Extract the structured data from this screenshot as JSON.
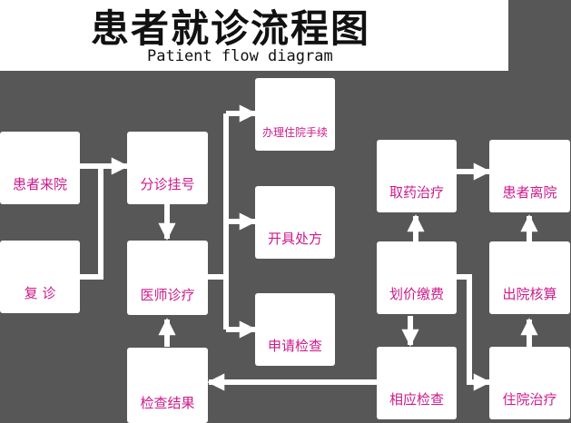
{
  "diagram": {
    "title": "患者就诊流程图",
    "subtitle": "Patient flow diagram",
    "nodes": {
      "patient_arrival": "患者来院",
      "follow_up": "复  诊",
      "triage_registration": "分诊挂号",
      "doctor_consultation": "医师诊疗",
      "test_results": "检查结果",
      "admission_procedures": "办理住院手续",
      "prescription": "开具处方",
      "exam_request": "申请检查",
      "pickup_medicine": "取药治疗",
      "pricing_payment": "划价缴费",
      "relevant_exam": "相应检查",
      "patient_departure": "患者离院",
      "discharge_settlement": "出院核算",
      "inpatient_treatment": "住院治疗"
    }
  },
  "colors": {
    "background": "#575757",
    "node_fill": "#ffffff",
    "node_text": "#cc1a8a",
    "connector": "#ffffff",
    "title_text": "#111111"
  }
}
